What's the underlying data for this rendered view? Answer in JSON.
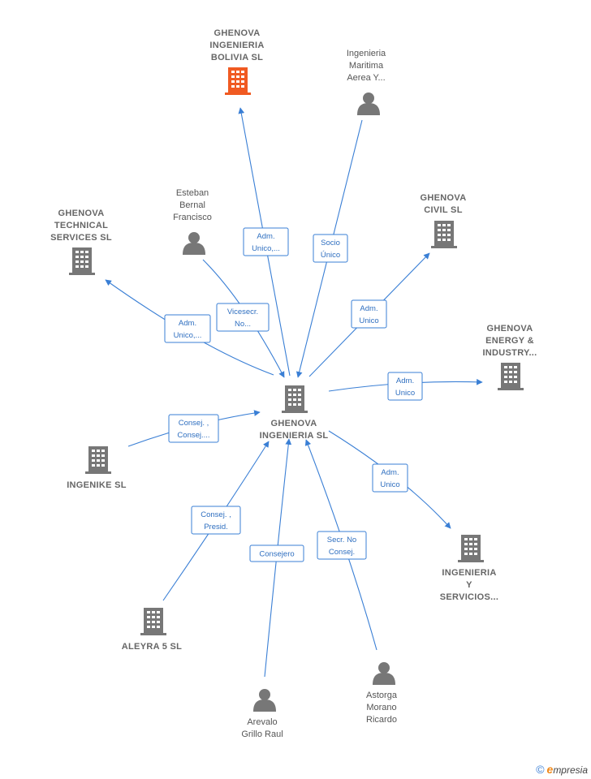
{
  "colors": {
    "edge": "#3a7fd5",
    "company": "#777777",
    "highlight": "#f05a22",
    "person": "#777777"
  },
  "center": {
    "id": "center",
    "type": "company",
    "lines": [
      "GHENOVA",
      "INGENIERIA SL"
    ]
  },
  "nodes": [
    {
      "id": "bolivia",
      "type": "company",
      "highlight": true,
      "lines": [
        "GHENOVA",
        "INGENIERIA",
        "BOLIVIA  SL"
      ]
    },
    {
      "id": "maritima",
      "type": "person",
      "lines": [
        "Ingenieria",
        "Maritima",
        "Aerea Y..."
      ]
    },
    {
      "id": "esteban",
      "type": "person",
      "lines": [
        "Esteban",
        "Bernal",
        "Francisco"
      ]
    },
    {
      "id": "technical",
      "type": "company",
      "lines": [
        "GHENOVA",
        "TECHNICAL",
        "SERVICES  SL"
      ]
    },
    {
      "id": "civil",
      "type": "company",
      "lines": [
        "GHENOVA",
        "CIVIL SL"
      ]
    },
    {
      "id": "energy",
      "type": "company",
      "lines": [
        "GHENOVA",
        "ENERGY &",
        "INDUSTRY..."
      ]
    },
    {
      "id": "ingenike",
      "type": "company",
      "lines": [
        "INGENIKE  SL"
      ]
    },
    {
      "id": "servicios",
      "type": "company",
      "lines": [
        "INGENIERIA",
        "Y",
        "SERVICIOS..."
      ]
    },
    {
      "id": "aleyra",
      "type": "company",
      "lines": [
        "ALEYRA 5 SL"
      ]
    },
    {
      "id": "arevalo",
      "type": "person",
      "lines": [
        "Arevalo",
        "Grillo Raul"
      ]
    },
    {
      "id": "astorga",
      "type": "person",
      "lines": [
        "Astorga",
        "Morano",
        "Ricardo"
      ]
    }
  ],
  "edges": [
    {
      "id": "e-bolivia",
      "lines": [
        "Adm.",
        "Unico,..."
      ]
    },
    {
      "id": "e-maritima",
      "lines": [
        "Socio",
        "Único"
      ]
    },
    {
      "id": "e-esteban",
      "lines": [
        "Vicesecr.",
        "No..."
      ]
    },
    {
      "id": "e-technical",
      "lines": [
        "Adm.",
        "Unico,..."
      ]
    },
    {
      "id": "e-civil",
      "lines": [
        "Adm.",
        "Unico"
      ]
    },
    {
      "id": "e-energy",
      "lines": [
        "Adm.",
        "Unico"
      ]
    },
    {
      "id": "e-ingenike",
      "lines": [
        "Consej. ,",
        "Consej...."
      ]
    },
    {
      "id": "e-servicios",
      "lines": [
        "Adm.",
        "Unico"
      ]
    },
    {
      "id": "e-aleyra",
      "lines": [
        "Consej. ,",
        "Presid."
      ]
    },
    {
      "id": "e-arevalo",
      "lines": [
        "Consejero"
      ]
    },
    {
      "id": "e-astorga",
      "lines": [
        "Secr.  No",
        "Consej."
      ]
    }
  ],
  "footer": {
    "copyright": "©",
    "brand_initial": "e",
    "brand_rest": "mpresia"
  }
}
